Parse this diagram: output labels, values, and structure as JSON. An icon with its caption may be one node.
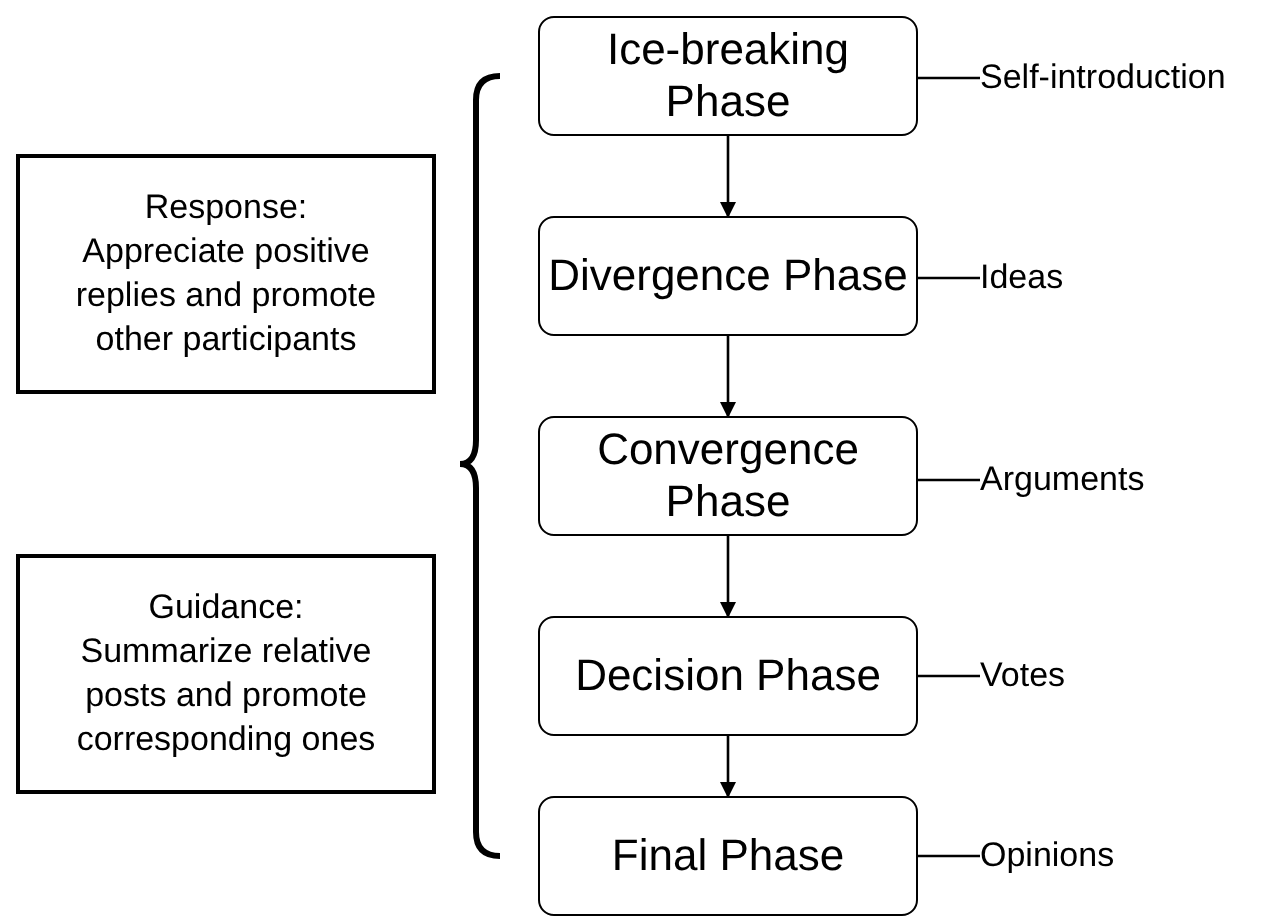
{
  "diagram": {
    "nodes": [
      {
        "text": [
          "Response:",
          "Appreciate positive replies and promote other participants"
        ]
      },
      {
        "text": [
          "Guidance:",
          "Summarize relative posts and promote corresponding ones"
        ]
      },
      {
        "text": [
          "Ice-breaking Phase"
        ]
      },
      {
        "text": [
          "Divergence Phase"
        ]
      },
      {
        "text": [
          "Convergence Phase"
        ]
      },
      {
        "text": [
          "Decision Phase"
        ]
      },
      {
        "text": [
          "Final Phase"
        ]
      },
      {
        "text": [
          "Self-introduction"
        ]
      },
      {
        "text": [
          "Ideas"
        ]
      },
      {
        "text": [
          "Arguments"
        ]
      },
      {
        "text": [
          "Votes"
        ]
      },
      {
        "text": [
          "Opinions"
        ]
      }
    ],
    "edges": [
      {
        "from": 2,
        "to": 3,
        "arrow": "to"
      },
      {
        "from": 3,
        "to": 4,
        "arrow": "to"
      },
      {
        "from": 4,
        "to": 5,
        "arrow": "to"
      },
      {
        "from": 5,
        "to": 6,
        "arrow": "to"
      },
      {
        "from": 2,
        "to": 7,
        "arrow": "none"
      },
      {
        "from": 3,
        "to": 8,
        "arrow": "none"
      },
      {
        "from": 4,
        "to": 9,
        "arrow": "none"
      },
      {
        "from": 5,
        "to": 10,
        "arrow": "none"
      },
      {
        "from": 6,
        "to": 11,
        "arrow": "none"
      }
    ]
  }
}
